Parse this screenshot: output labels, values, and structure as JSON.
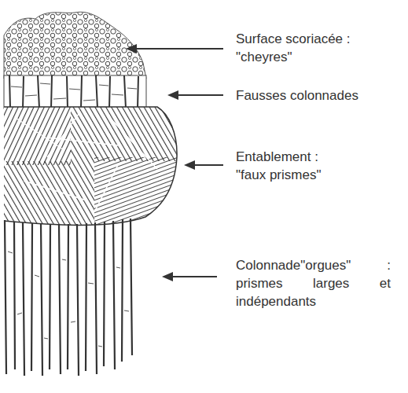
{
  "diagram": {
    "labels": [
      "Surface scoriacée : \"cheyres\"",
      "Fausses colonnades",
      "Entablement : \"faux prismes\"",
      "Colonnade\"orgues\" : prismes larges et indépendants"
    ]
  }
}
